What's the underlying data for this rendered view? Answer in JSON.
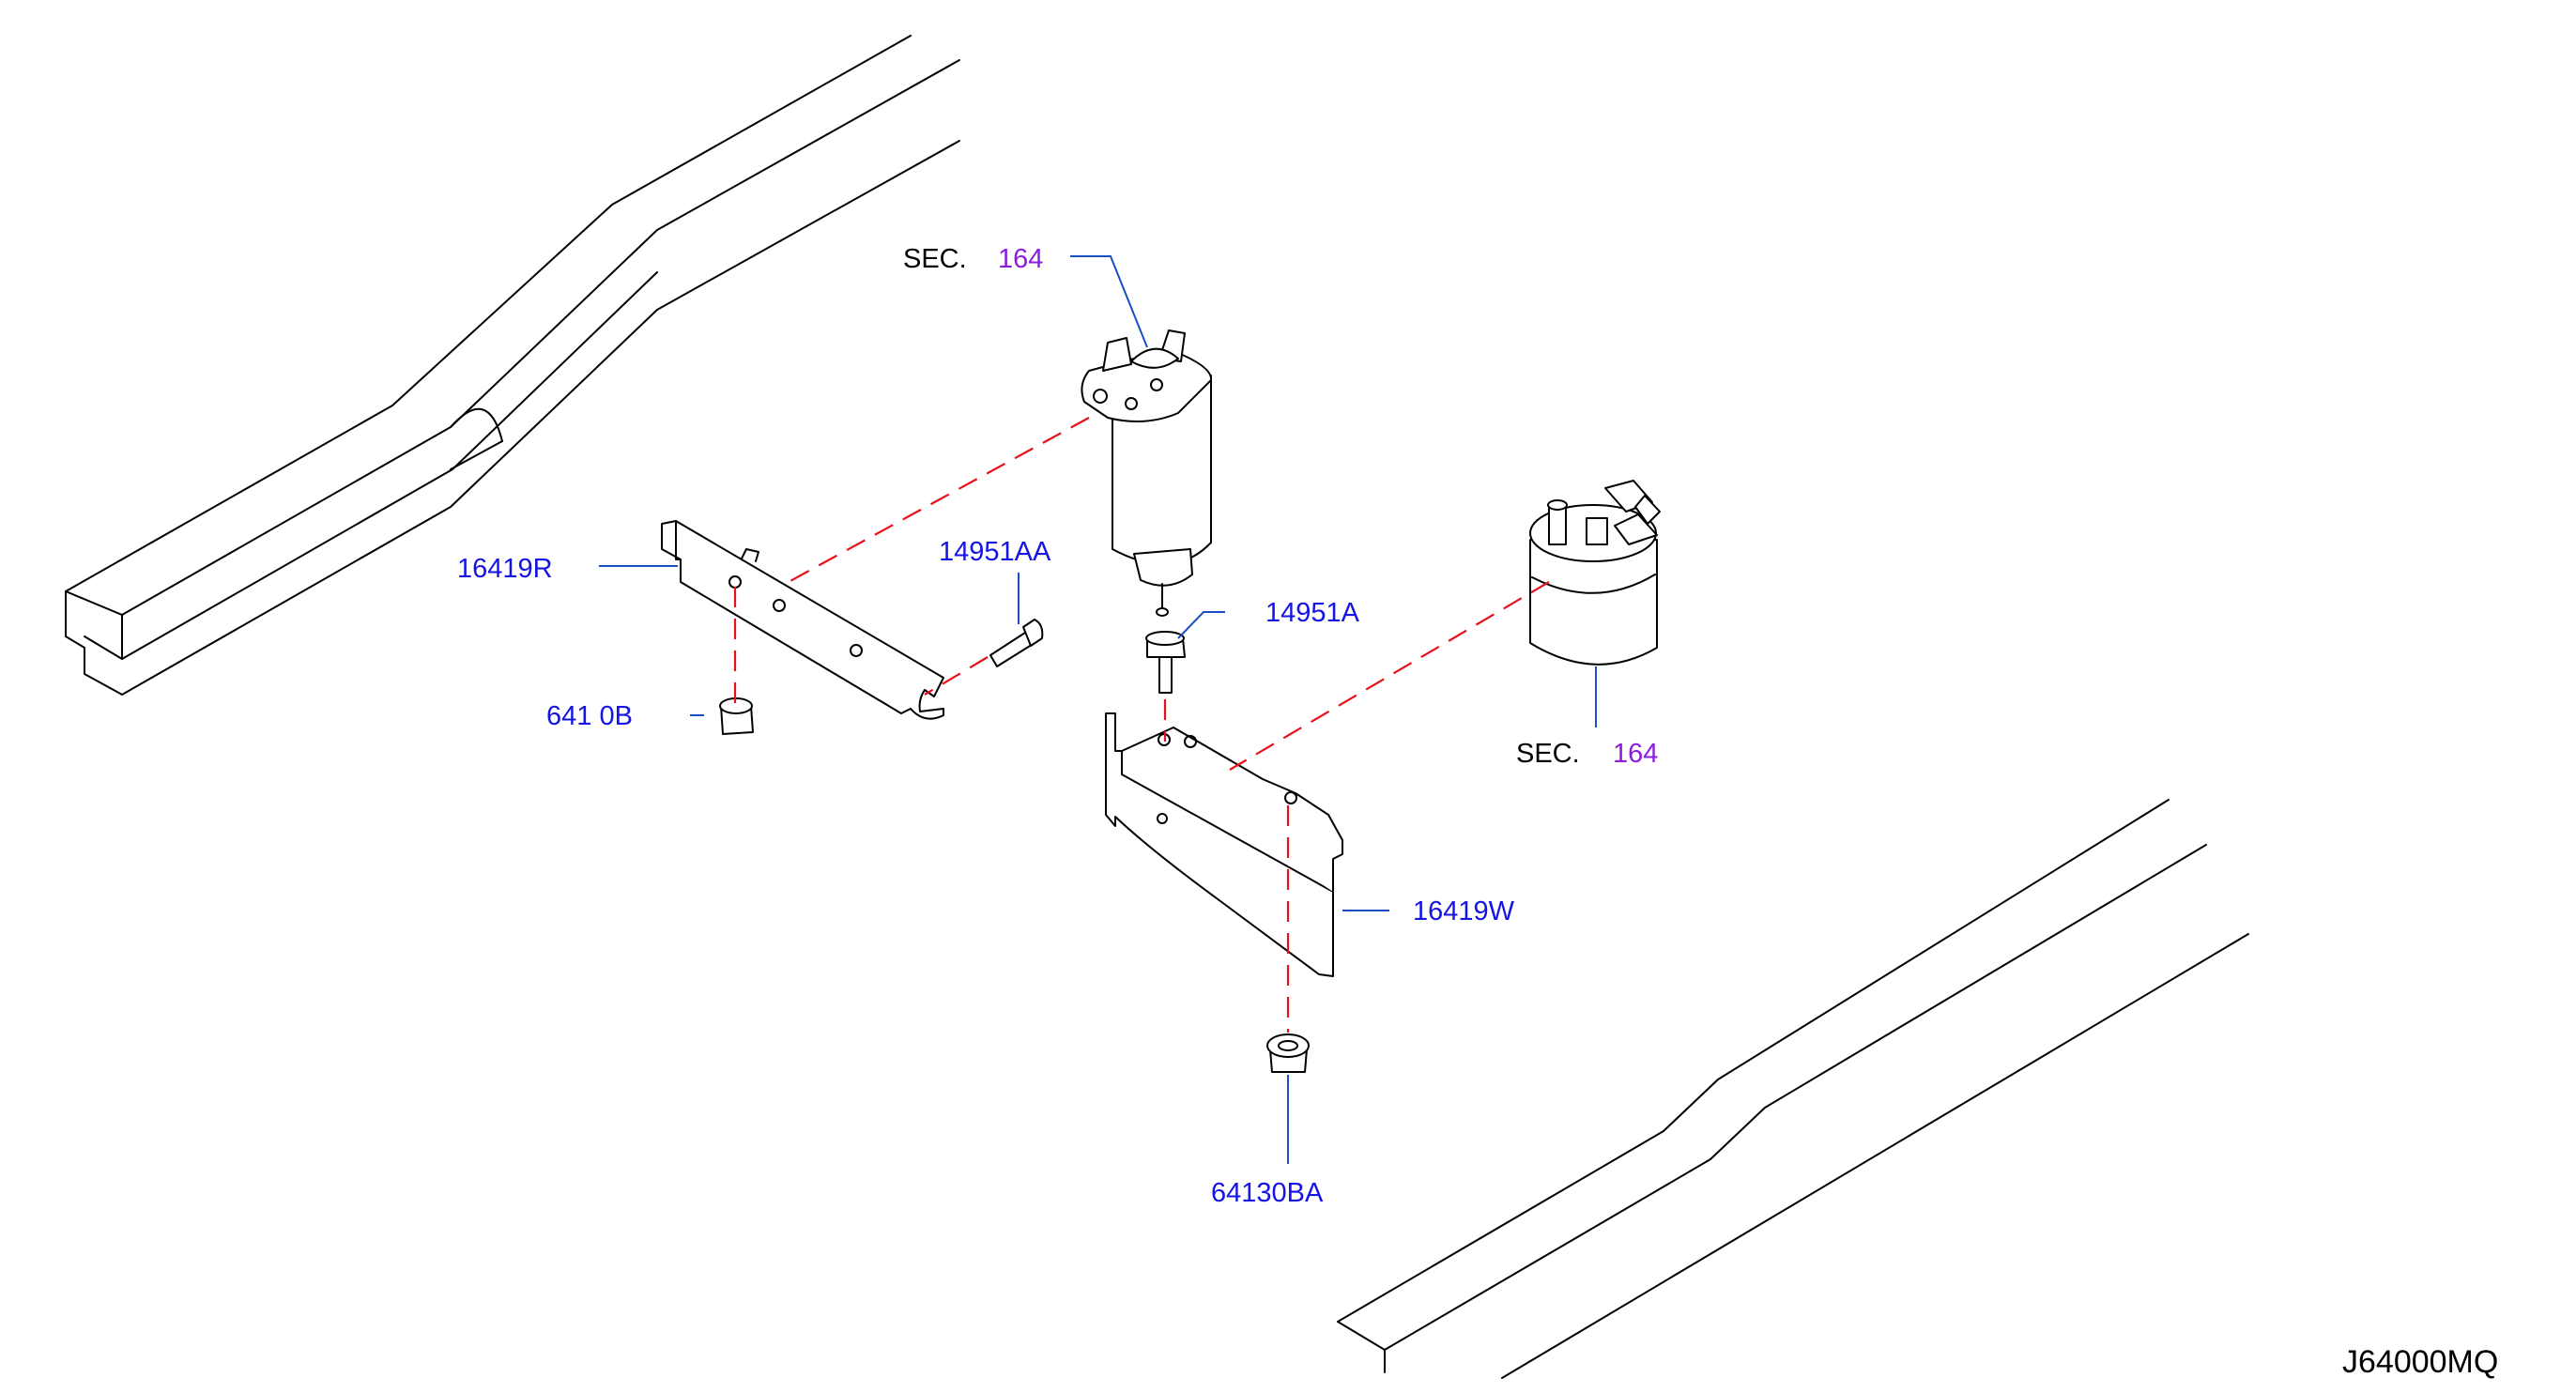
{
  "diagram": {
    "diagram_code": "J64000MQ",
    "section_refs": [
      {
        "prefix": "SEC.",
        "number": "164"
      },
      {
        "prefix": "SEC.",
        "number": "164"
      }
    ],
    "part_labels": {
      "bracket_right": "16419R",
      "bolt_aa": "14951AA",
      "bolt_a": "14951A",
      "nut_left": "641 0B",
      "bracket_w": "16419W",
      "nut_ba": "64130BA"
    },
    "colors": {
      "part_label": "#1414e6",
      "section_number": "#8a1de0",
      "leader_line": "#1a4fc4",
      "assembly_guide": "#e8101a",
      "outline": "#000000"
    }
  }
}
